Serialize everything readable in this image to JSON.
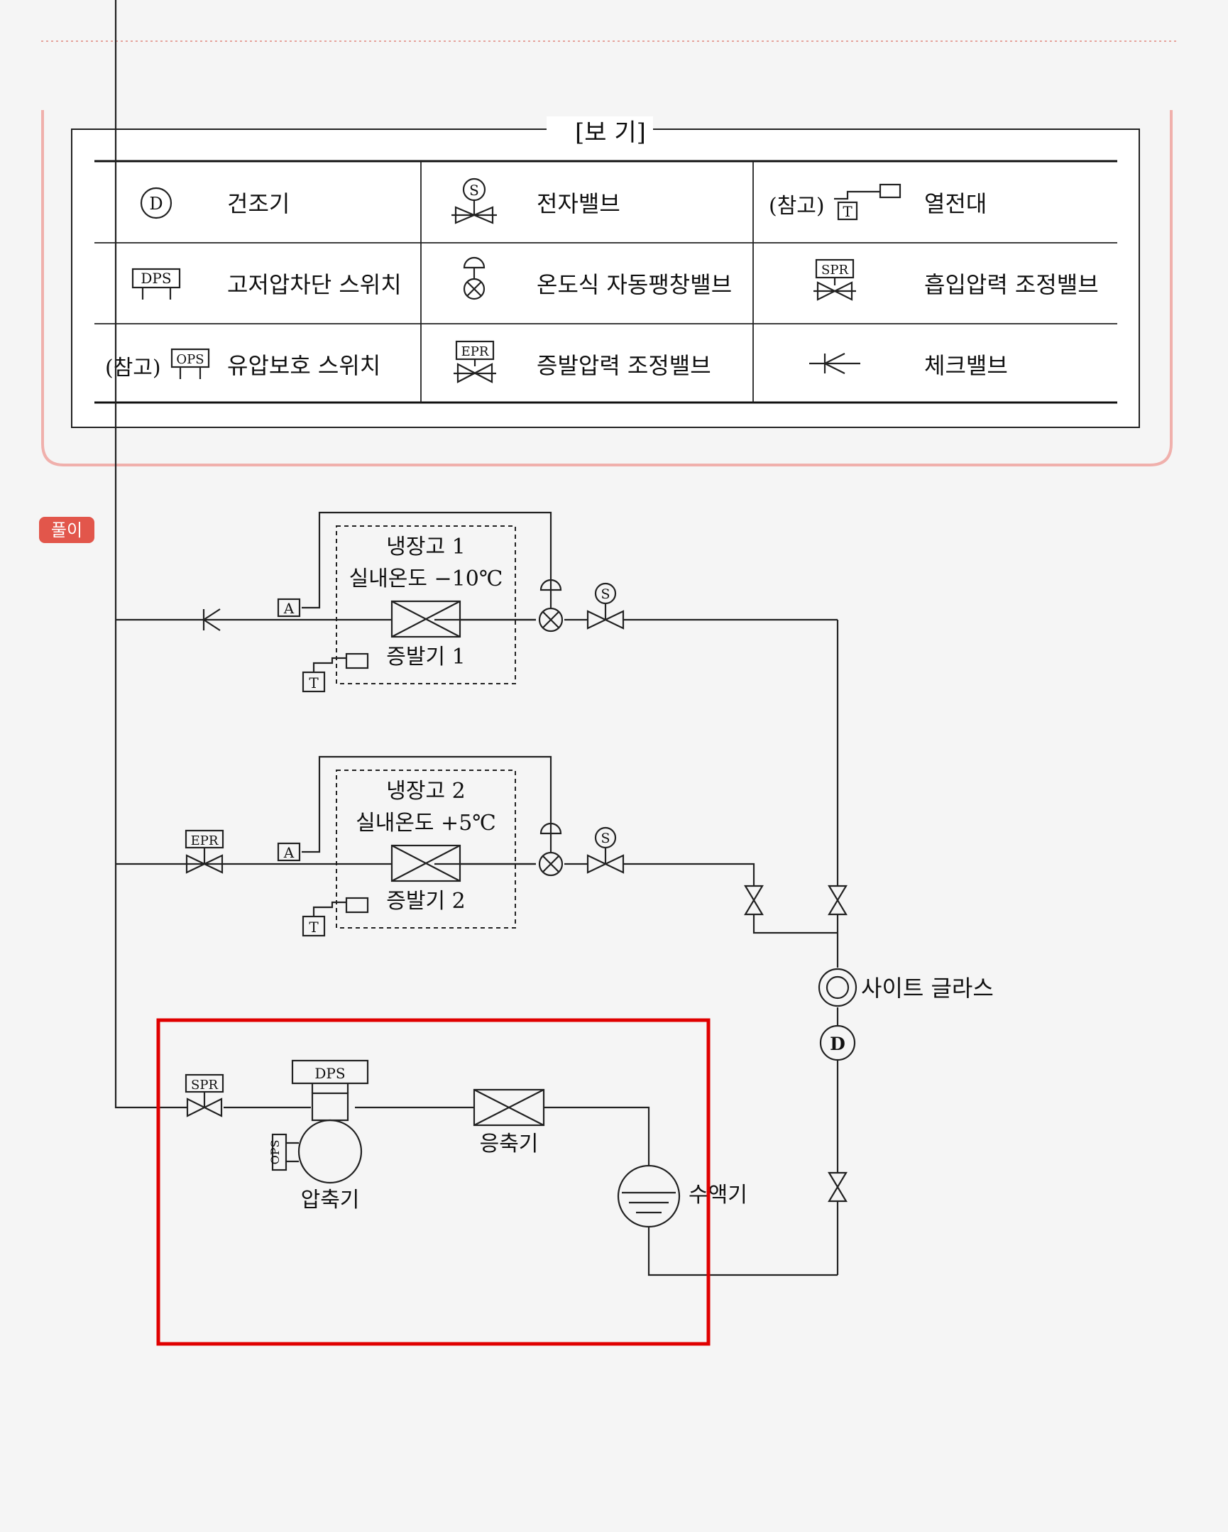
{
  "legend": {
    "title": "[보 기]",
    "note_ref": "(참고)",
    "items": [
      {
        "symbol": "D",
        "label": "건조기",
        "icon": "dryer-icon"
      },
      {
        "symbol": "S",
        "label": "전자밸브",
        "icon": "solenoid-valve-icon"
      },
      {
        "symbol": "T",
        "label": "열전대",
        "icon": "thermocouple-icon"
      },
      {
        "symbol": "DPS",
        "label": "고저압차단 스위치",
        "icon": "dual-pressure-switch-icon"
      },
      {
        "symbol": "",
        "label": "온도식 자동팽창밸브",
        "icon": "thermostatic-expansion-valve-icon"
      },
      {
        "symbol": "SPR",
        "label": "흡입압력 조정밸브",
        "icon": "suction-pressure-regulator-icon"
      },
      {
        "symbol": "OPS",
        "label": "유압보호 스위치",
        "icon": "oil-pressure-switch-icon"
      },
      {
        "symbol": "EPR",
        "label": "증발압력 조정밸브",
        "icon": "evaporator-pressure-regulator-icon"
      },
      {
        "symbol": "",
        "label": "체크밸브",
        "icon": "check-valve-icon"
      }
    ]
  },
  "badge": "풀이",
  "diagram": {
    "room1": {
      "name": "냉장고 1",
      "temp": "실내온도 −10℃",
      "evap": "증발기 1"
    },
    "room2": {
      "name": "냉장고 2",
      "temp": "실내온도 +5℃",
      "evap": "증발기 2"
    },
    "sight_glass": "사이트 글라스",
    "dryer": "D",
    "compressor": "압축기",
    "condenser": "응축기",
    "receiver": "수액기",
    "labels": {
      "A": "A",
      "T": "T",
      "S": "S",
      "EPR": "EPR",
      "SPR": "SPR",
      "DPS": "DPS",
      "OPS": "OPS"
    }
  },
  "colors": {
    "highlight": "#e00000",
    "badge": "#e2564b",
    "frame": "#f0b0ac"
  }
}
